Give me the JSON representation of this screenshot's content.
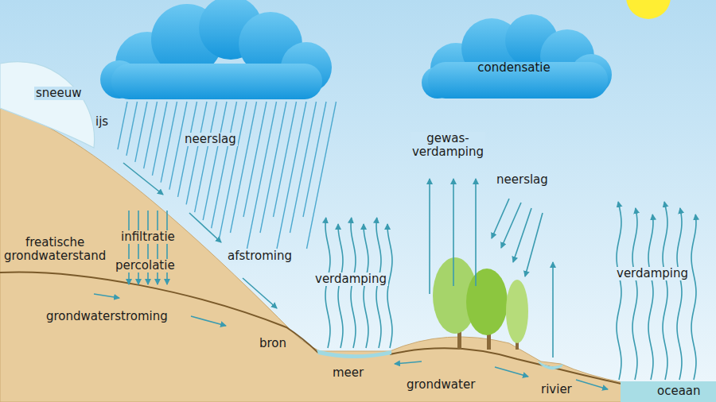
{
  "diagram": {
    "nodes": [
      {
        "text": [
          "condensatie"
        ]
      }
    ],
    "labels": [
      "sneeuw",
      "ijs",
      "neerslag",
      "gewas- verdamping",
      "neerslag",
      "freatische grondwaterstand",
      "infiltratie",
      "percolatie",
      "afstroming",
      "verdamping",
      "verdamping",
      "grondwaterstroming",
      "bron",
      "meer",
      "grondwater",
      "rivier",
      "oceaan"
    ]
  }
}
